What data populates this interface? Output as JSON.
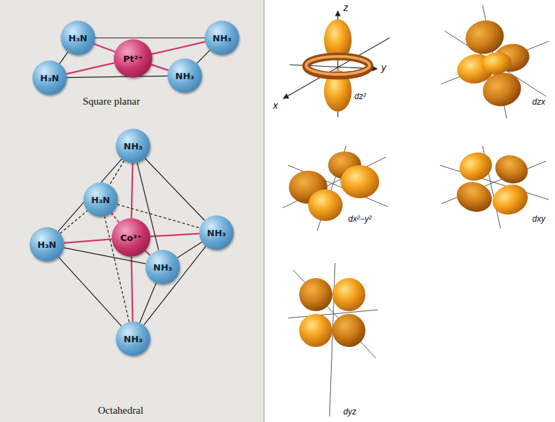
{
  "diagram": {
    "nodes": [
      {
        "text": [
          "H₃N"
        ]
      },
      {
        "text": [
          "NH₃"
        ]
      },
      {
        "text": [
          "Pt²⁺"
        ]
      },
      {
        "text": [
          "H₃N"
        ]
      },
      {
        "text": [
          "NH₃"
        ]
      },
      {
        "text": [
          "NH₃"
        ]
      },
      {
        "text": [
          "H₃N"
        ]
      },
      {
        "text": [
          "H₃N"
        ]
      },
      {
        "text": [
          "Co³⁺"
        ]
      },
      {
        "text": [
          "NH₃"
        ]
      },
      {
        "text": [
          "NH₃"
        ]
      },
      {
        "text": [
          "NH₃"
        ]
      }
    ],
    "edges": [
      {
        "from": 0,
        "to": 1,
        "arrow": "none"
      },
      {
        "from": 1,
        "to": 4,
        "arrow": "none"
      },
      {
        "from": 4,
        "to": 3,
        "arrow": "none"
      },
      {
        "from": 3,
        "to": 0,
        "arrow": "none"
      },
      {
        "from": 2,
        "to": 0,
        "arrow": "none"
      },
      {
        "from": 2,
        "to": 1,
        "arrow": "none"
      },
      {
        "from": 2,
        "to": 3,
        "arrow": "none"
      },
      {
        "from": 2,
        "to": 4,
        "arrow": "none"
      },
      {
        "from": 8,
        "to": 5,
        "arrow": "none"
      },
      {
        "from": 8,
        "to": 6,
        "arrow": "none"
      },
      {
        "from": 8,
        "to": 7,
        "arrow": "none"
      },
      {
        "from": 8,
        "to": 9,
        "arrow": "none"
      },
      {
        "from": 8,
        "to": 10,
        "arrow": "none"
      },
      {
        "from": 8,
        "to": 11,
        "arrow": "none"
      },
      {
        "from": 5,
        "to": 6,
        "arrow": "none"
      },
      {
        "from": 5,
        "to": 7,
        "arrow": "none"
      },
      {
        "from": 5,
        "to": 9,
        "arrow": "none"
      },
      {
        "from": 5,
        "to": 10,
        "arrow": "none"
      },
      {
        "from": 11,
        "to": 6,
        "arrow": "none"
      },
      {
        "from": 11,
        "to": 7,
        "arrow": "none"
      },
      {
        "from": 11,
        "to": 9,
        "arrow": "none"
      },
      {
        "from": 11,
        "to": 10,
        "arrow": "none"
      },
      {
        "from": 7,
        "to": 6,
        "arrow": "none"
      },
      {
        "from": 6,
        "to": 9,
        "arrow": "none"
      },
      {
        "from": 7,
        "to": 10,
        "arrow": "none"
      },
      {
        "from": 10,
        "to": 9,
        "arrow": "none"
      }
    ],
    "labels": [
      "Square planar",
      "Octahedral",
      "z",
      "y",
      "x",
      "dz²",
      "dzx",
      "dx²−y²",
      "dxy",
      "dyz"
    ]
  }
}
